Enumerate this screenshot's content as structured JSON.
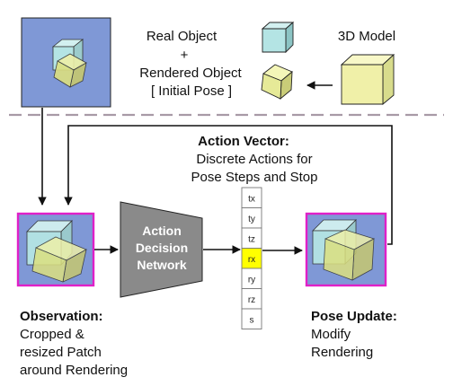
{
  "top": {
    "real_object": "Real Object",
    "plus": "+",
    "rendered_object": "Rendered Object",
    "initial_pose": "[ Initial Pose ]",
    "model_label": "3D Model"
  },
  "action_vector": {
    "title": "Action Vector:",
    "desc_line1": "Discrete Actions for",
    "desc_line2": "Pose Steps and Stop",
    "entries": [
      "tx",
      "ty",
      "tz",
      "rx",
      "ry",
      "rz",
      "s"
    ],
    "highlighted": "rx"
  },
  "network": {
    "line1": "Action",
    "line2": "Decision",
    "line3": "Network"
  },
  "observation": {
    "title": "Observation:",
    "line1": "Cropped &",
    "line2": "resized Patch",
    "line3": "around Rendering"
  },
  "pose_update": {
    "title": "Pose Update:",
    "line1": "Modify",
    "line2": "Rendering"
  },
  "colors": {
    "patch_bg": "#7f98d6",
    "patch_border_magenta": "#e020c8",
    "cube_cyan": "#b4e4e4",
    "cube_yellow": "#e8ec90",
    "network_gray": "#8a8a8a",
    "highlight_yellow": "#ffff00",
    "dash_line": "#a89aa6"
  }
}
